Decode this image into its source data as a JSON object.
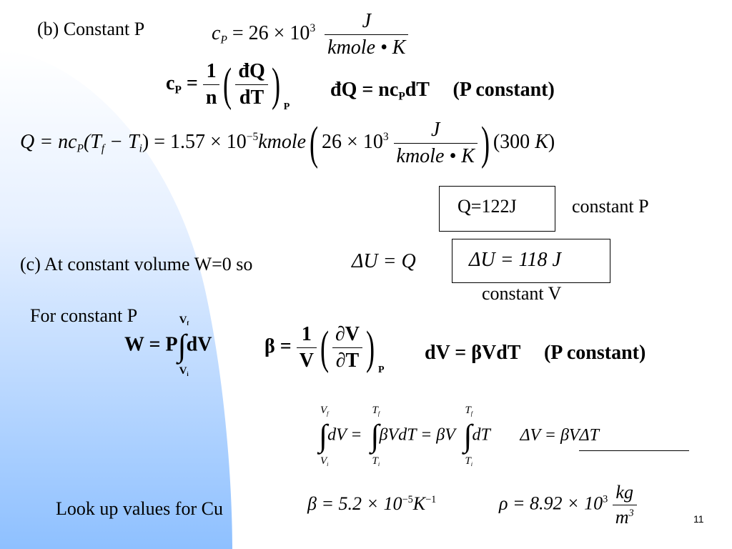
{
  "part_b": {
    "heading": "(b) Constant P",
    "cp_eq": {
      "lhs": "c",
      "lhs_sub": "P",
      "rhs_num": "= 26 × 10",
      "rhs_exp": "3",
      "unit_num": "J",
      "unit_den": "kmole • K"
    },
    "cp_def": {
      "lhs": "c",
      "lhs_sub": "P",
      "eq": "=",
      "frac1_num": "1",
      "frac1_den": "n",
      "frac2_num": "đQ",
      "frac2_den": "dT",
      "paren_sub": "P"
    },
    "dq_eq": {
      "text": "đQ = nc",
      "sub": "P",
      "tail": "dT",
      "note": "(P constant)"
    },
    "q_eq": {
      "left": "Q = nc",
      "left_sub": "P",
      "tf": "(T",
      "tf_sub": "f",
      "ti": " − T",
      "ti_sub": "i",
      "mid": ") = 1.57 × 10",
      "mid_exp": "−5",
      "kmole": "kmole",
      "val": "26 × 10",
      "val_exp": "3",
      "unit_num": "J",
      "unit_den": "kmole • K",
      "temp": "(300 ",
      "temp_unit": "K",
      "temp_close": ")"
    },
    "result_box": "Q=122J",
    "result_label": "constant P"
  },
  "part_c": {
    "text": "(c) At constant volume W=0 so",
    "du_eq": "ΔU = Q",
    "du_box_lhs": "ΔU = 118 ",
    "du_box_unit": "J",
    "du_label": "constant V"
  },
  "const_p": {
    "heading": "For constant P",
    "work_eq": {
      "lhs": "W = P",
      "upper": "V",
      "upper_sub": "f",
      "lower": "V",
      "lower_sub": "i",
      "rhs": "dV"
    },
    "beta_def": {
      "lhs": "β =",
      "frac1_num": "1",
      "frac1_den": "V",
      "frac2_num": "∂V",
      "frac2_den": "∂T",
      "paren_sub": "P"
    },
    "dv_eq": {
      "text": "dV = βVdT",
      "note": "(P constant)"
    },
    "int_eq": {
      "i1_up": "V",
      "i1_up_sub": "f",
      "i1_lo": "V",
      "i1_lo_sub": "i",
      "i1_body": "dV =",
      "i2_up": "T",
      "i2_up_sub": "f",
      "i2_lo": "T",
      "i2_lo_sub": "i",
      "i2_body": "βVdT = βV",
      "i3_up": "T",
      "i3_up_sub": "f",
      "i3_lo": "T",
      "i3_lo_sub": "i",
      "i3_body": "dT",
      "result": "ΔV = βVΔT"
    }
  },
  "lookup": {
    "text": "Look up values for Cu",
    "beta_val": "β = 5.2 × 10",
    "beta_exp": "−5",
    "beta_unit": "K",
    "beta_unit_exp": "−1",
    "rho_val": "ρ = 8.92 × 10",
    "rho_exp": "3",
    "rho_num": "kg",
    "rho_den": "m",
    "rho_den_exp": "3"
  },
  "page_number": "11",
  "colors": {
    "background_gradient_light": "#ffffff",
    "background_gradient_blue": "#8ec0ff"
  }
}
